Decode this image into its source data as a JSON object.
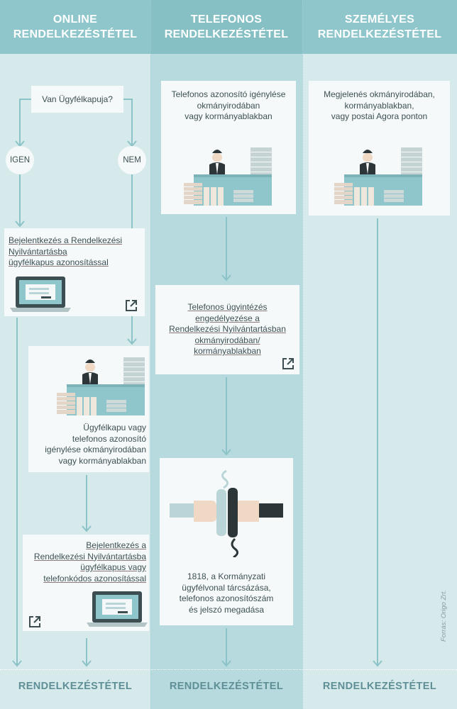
{
  "headers": [
    {
      "line1": "ONLINE",
      "line2": "RENDELKEZÉSTÉTEL"
    },
    {
      "line1": "TELEFONOS",
      "line2": "RENDELKEZÉSTÉTEL"
    },
    {
      "line1": "SZEMÉLYES",
      "line2": "RENDELKEZÉSTÉTEL"
    }
  ],
  "online": {
    "question": "Van Ügyfélkapuja?",
    "yes": "IGEN",
    "no": "NEM",
    "step_login": [
      "Bejelentkezés a Rendelkezési",
      "Nyilvántartásba",
      "ügyfélkapus azonosítással"
    ],
    "step_request": [
      "Ügyfélkapu vagy",
      "telefonos azonosító",
      "igénylése okmányirodában",
      "vagy kormányablakban"
    ],
    "step_login2": [
      "Bejelentkezés a",
      "Rendelkezési Nyilvántartásba",
      "ügyfélkapus vagy",
      "telefonkódos azonosítással"
    ]
  },
  "phone": {
    "step_request": [
      "Telefonos azonosító igénylése",
      "okmányirodában",
      "vagy kormányablakban"
    ],
    "step_permit": [
      "Telefonos ügyintézés",
      "engedélyezése a",
      "Rendelkezési Nyilvántartásban",
      "okmányirodában/",
      "kormányablakban"
    ],
    "step_call": [
      "1818, a Kormányzati",
      "ügyfélvonal tárcsázása,",
      "telefonos azonosítószám",
      "és jelszó megadása"
    ]
  },
  "personal": {
    "step_appear": [
      "Megjelenés okmányirodában,",
      "kormányablakban,",
      "vagy postai Agora ponton"
    ]
  },
  "footer": [
    "RENDELKEZÉSTÉTEL",
    "RENDELKEZÉSTÉTEL",
    "RENDELKEZÉSTÉTEL"
  ],
  "credit": "Forrás: Origo Zrt.",
  "colors": {
    "header": "#8ec6cb",
    "accent": "#8cc3c8",
    "box": "#f5f9f9"
  }
}
